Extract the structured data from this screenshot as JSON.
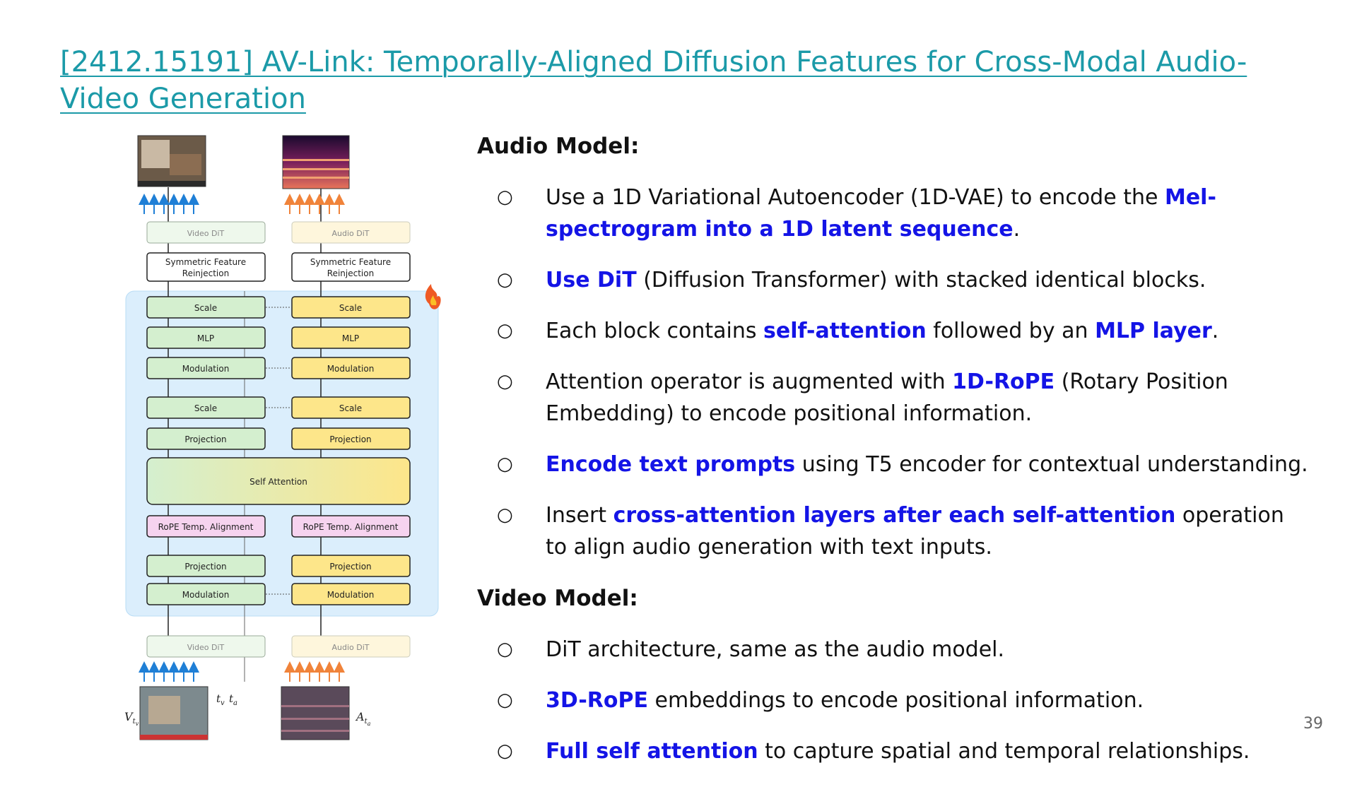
{
  "title": {
    "text": "[2412.15191] AV-Link: Temporally-Aligned Diffusion Features for Cross-Modal Audio-Video Generation"
  },
  "figure": {
    "labels": {
      "video_dit": "Video DiT",
      "audio_dit": "Audio DiT",
      "sym_l1": "Symmetric Feature",
      "sym_l2": "Reinjection",
      "scale": "Scale",
      "mlp": "MLP",
      "modulation": "Modulation",
      "projection": "Projection",
      "self_attention": "Self Attention",
      "rope": "RoPE Temp. Alignment",
      "t_v": "t",
      "t_v_sub": "v",
      "t_a": "t",
      "t_a_sub": "a",
      "v_main": "V",
      "v_sub": "t",
      "v_subsub": "v",
      "a_main": "A",
      "a_sub": "t",
      "a_subsub": "a"
    },
    "colors": {
      "video_block": "#d4efcf",
      "audio_block": "#fde68a",
      "rope_block": "#f6d3ef",
      "panel_bg": "#dbeefc",
      "video_arrow": "#1f7fd6",
      "audio_arrow": "#f0833a"
    },
    "icons": {
      "fire": "fire-icon"
    }
  },
  "sections": [
    {
      "heading": "Audio Model:",
      "bullets": [
        [
          "Use a 1D Variational Autoencoder (1D-VAE) to encode the ",
          {
            "hl": "Mel-spectrogram into a 1D latent sequence"
          },
          "."
        ],
        [
          {
            "hl": "Use DiT"
          },
          " (Diffusion Transformer) with stacked identical blocks."
        ],
        [
          "Each block contains ",
          {
            "hl": "self-attention"
          },
          " followed by an ",
          {
            "hl": "MLP layer"
          },
          "."
        ],
        [
          "Attention operator is augmented with ",
          {
            "hl": "1D-RoPE"
          },
          " (Rotary Position Embedding) to encode positional information."
        ],
        [
          {
            "hl": "Encode text prompts"
          },
          " using T5 encoder for contextual understanding."
        ],
        [
          "Insert ",
          {
            "hl": "cross-attention layers after each self-attention"
          },
          " operation to align audio generation with text inputs."
        ]
      ]
    },
    {
      "heading": "Video Model:",
      "bullets": [
        [
          "DiT architecture, same as the audio model."
        ],
        [
          {
            "hl": "3D-RoPE"
          },
          " embeddings to encode positional information."
        ],
        [
          {
            "hl": "Full self attention"
          },
          " to capture spatial and temporal relationships."
        ]
      ]
    }
  ],
  "bullet_marker": "○",
  "page_number": "39"
}
